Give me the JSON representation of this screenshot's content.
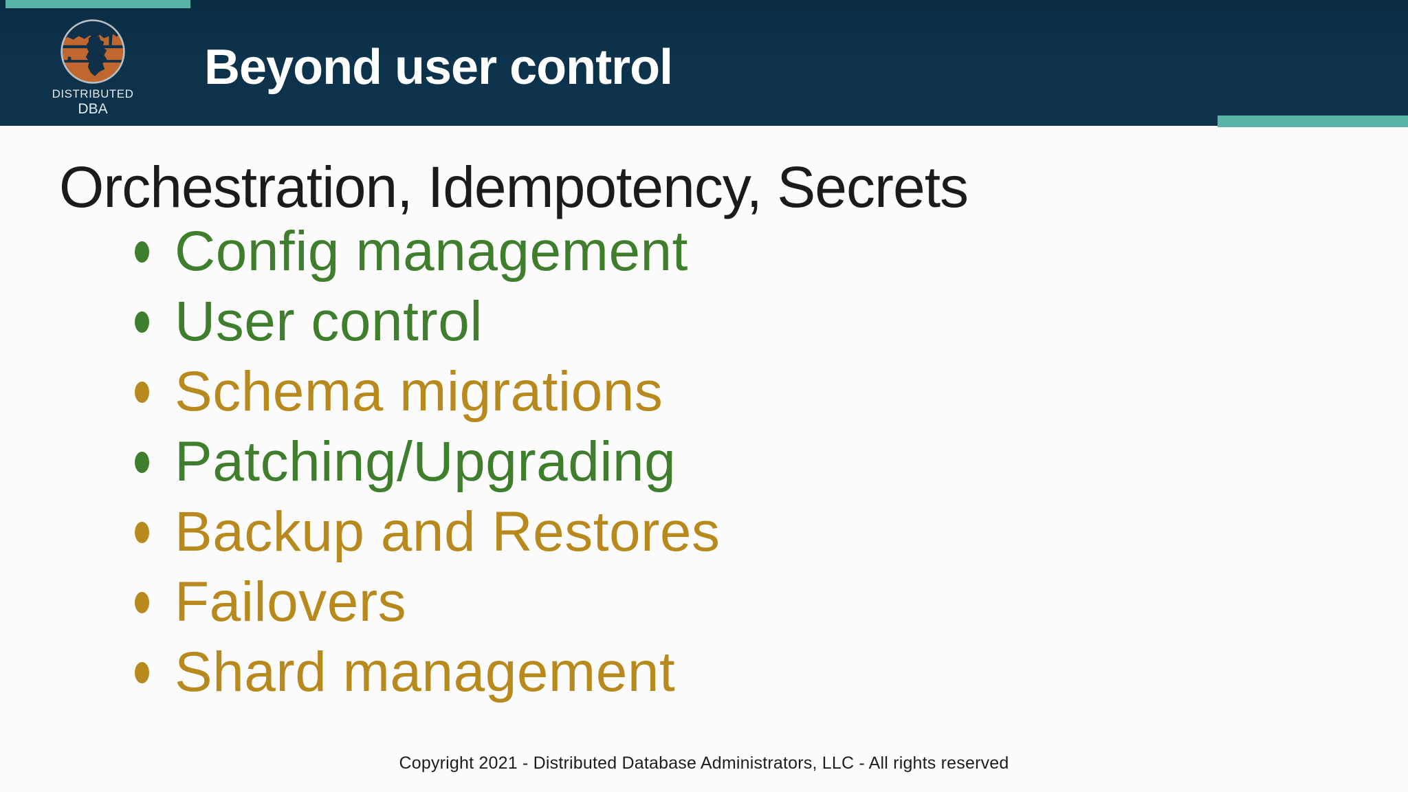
{
  "header": {
    "title": "Beyond user control",
    "logo_line1": "DISTRIBUTED",
    "logo_line2": "DBA"
  },
  "content": {
    "heading": "Orchestration, Idempotency, Secrets",
    "bullets": [
      {
        "label": "Config management",
        "color": "green"
      },
      {
        "label": "User control",
        "color": "green"
      },
      {
        "label": "Schema migrations",
        "color": "gold"
      },
      {
        "label": "Patching/Upgrading",
        "color": "green"
      },
      {
        "label": "Backup and Restores",
        "color": "gold"
      },
      {
        "label": "Failovers",
        "color": "gold"
      },
      {
        "label": "Shard management",
        "color": "gold"
      }
    ]
  },
  "footer": {
    "copyright": "Copyright 2021 - Distributed Database Administrators, LLC - All rights reserved"
  },
  "colors": {
    "header_bg": "#0c334b",
    "header_bg_dark": "#0a2c41",
    "accent_teal": "#59b3a8",
    "bullet_green": "#3e7e2d",
    "bullet_gold": "#b8891d",
    "heading_text": "#1b1b1b",
    "logo_orange": "#c0662f",
    "logo_ring": "#b6bfc4"
  }
}
